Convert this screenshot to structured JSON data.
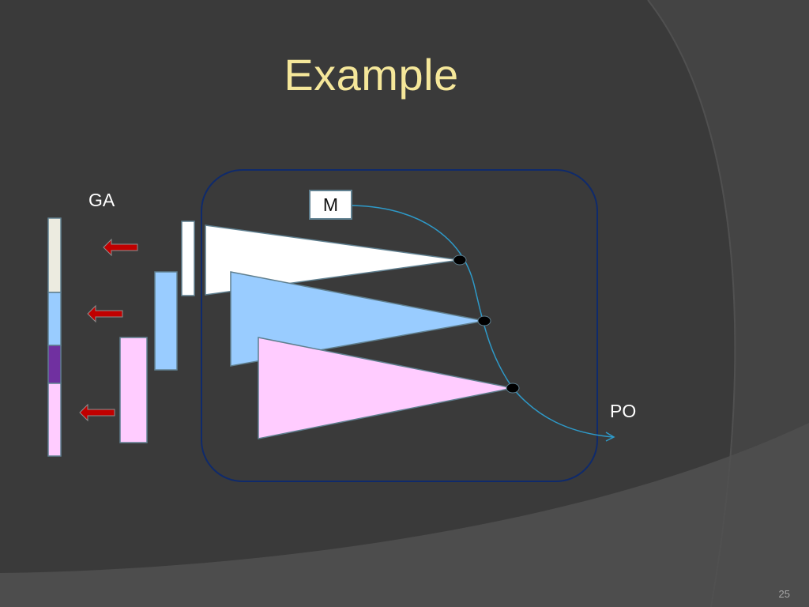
{
  "slide": {
    "title": "Example",
    "page_number": "25"
  },
  "labels": {
    "ga": "GA",
    "m": "M",
    "po": "PO"
  },
  "colors": {
    "background": "#3a3a3a",
    "title": "#f5e79a",
    "white_block": "#ffffff",
    "blue_block": "#99ccff",
    "pink_block": "#ffccff",
    "purple_block": "#7030a0",
    "arrow": "#c00000",
    "curve": "#2e9ac9",
    "frame": "#0f2a6b"
  }
}
